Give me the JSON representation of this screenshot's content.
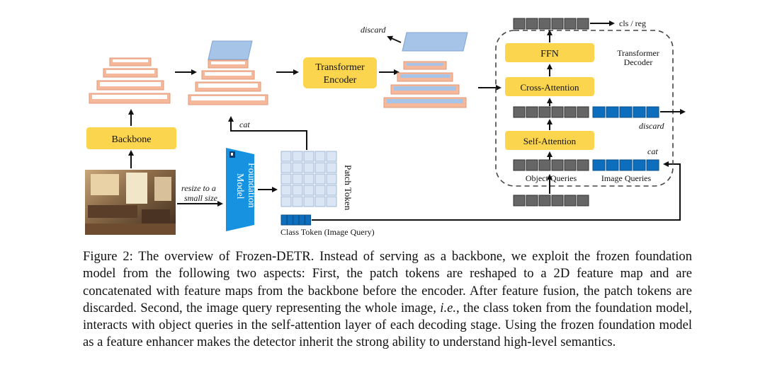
{
  "figure": {
    "backbone_label": "Backbone",
    "encoder_label_line1": "Transformer",
    "encoder_label_line2": "Encoder",
    "foundation_label_line1": "Foundation",
    "foundation_label_line2": "Model",
    "resize_label_line1": "resize to a",
    "resize_label_line2": "small size",
    "patch_token_label": "Patch Token",
    "class_token_label": "Class Token (Image Query)",
    "cat_label_left": "cat",
    "discard_label_top": "discard",
    "decoder": {
      "title_line1": "Transformer",
      "title_line2": "Decoder",
      "ffn_label": "FFN",
      "cross_attention_label": "Cross-Attention",
      "self_attention_label": "Self-Attention",
      "output_label": "cls / reg",
      "discard_label": "discard",
      "cat_label": "cat",
      "object_queries_label": "Object Queries",
      "image_queries_label": "Image Queries"
    }
  },
  "caption": {
    "part1": "Figure 2: The overview of Frozen-DETR. Instead of serving as a backbone, we exploit the frozen foundation model from the following two aspects: First, the patch tokens are reshaped to a 2D feature map and are concatenated with feature maps from the backbone before the encoder. After feature fusion, the patch tokens are discarded. Second, the image query representing the whole image, ",
    "italic": "i.e.",
    "part2": ", the class token from the foundation model, interacts with object queries in the self-attention layer of each decoding stage. Using the frozen foundation model as a feature enhancer makes the detector inherit the strong ability to understand high-level semantics."
  },
  "colors": {
    "yellow_box": "#fbd54e",
    "orange_layer": "#f6b89a",
    "blue_layer": "#a6c3e8",
    "foundation_blue": "#1792e0",
    "query_gray": "#666666",
    "image_query_blue": "#0d6ebd",
    "patch_cell": "#dbe6f4"
  }
}
